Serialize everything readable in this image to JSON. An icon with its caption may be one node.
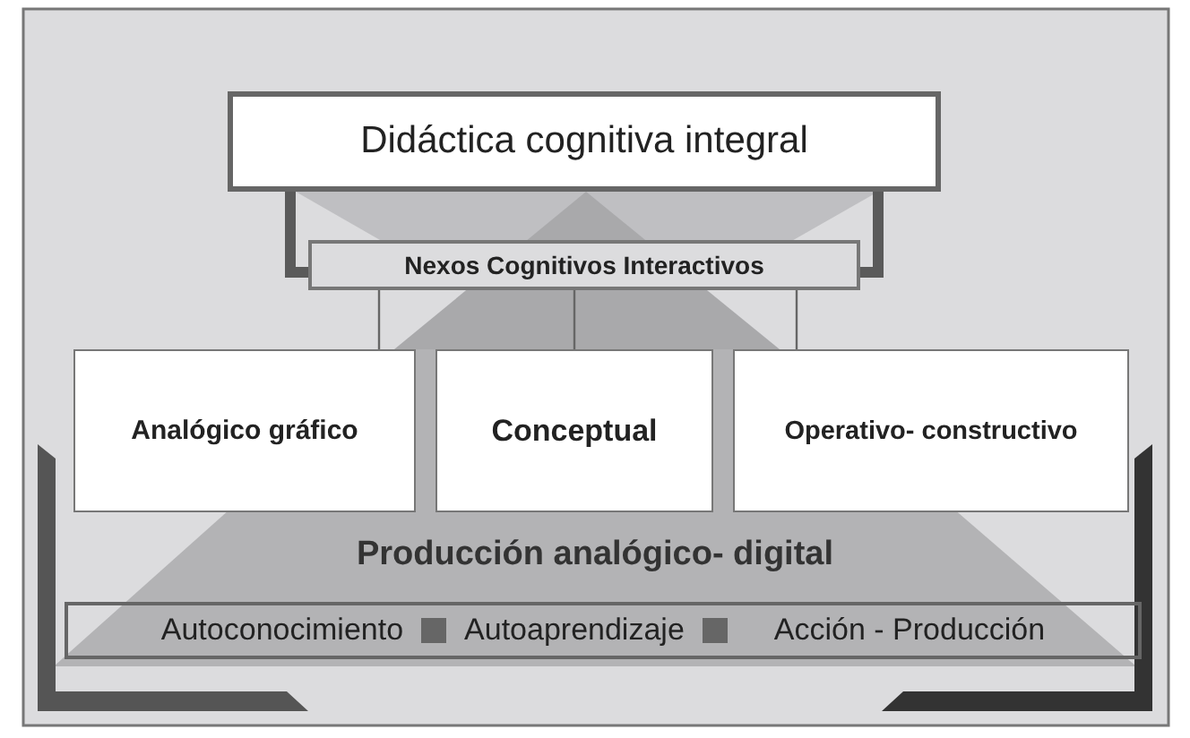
{
  "diagram": {
    "nodes": [
      {
        "text": [
          "Didáctica cognitiva integral"
        ]
      },
      {
        "text": [
          "Nexos Cognitivos Interactivos"
        ]
      },
      {
        "text": [
          "Analógico gráfico"
        ]
      },
      {
        "text": [
          "Conceptual"
        ]
      },
      {
        "text": [
          "Operativo- constructivo"
        ]
      },
      {
        "text": [
          "Autoconocimiento",
          "Autoaprendizaje",
          "Acción - Producción"
        ]
      }
    ],
    "edges": [
      {
        "from": 0,
        "to": 1,
        "arrow": "none",
        "style": "thick",
        "color": "#5a5a5a"
      },
      {
        "from": 0,
        "to": 1,
        "arrow": "none",
        "style": "thick",
        "color": "#5a5a5a"
      },
      {
        "from": 1,
        "to": 2,
        "arrow": "none"
      },
      {
        "from": 1,
        "to": 3,
        "arrow": "none"
      },
      {
        "from": 1,
        "to": 4,
        "arrow": "none"
      }
    ],
    "labels": [
      "Producción analógico- digital"
    ]
  }
}
